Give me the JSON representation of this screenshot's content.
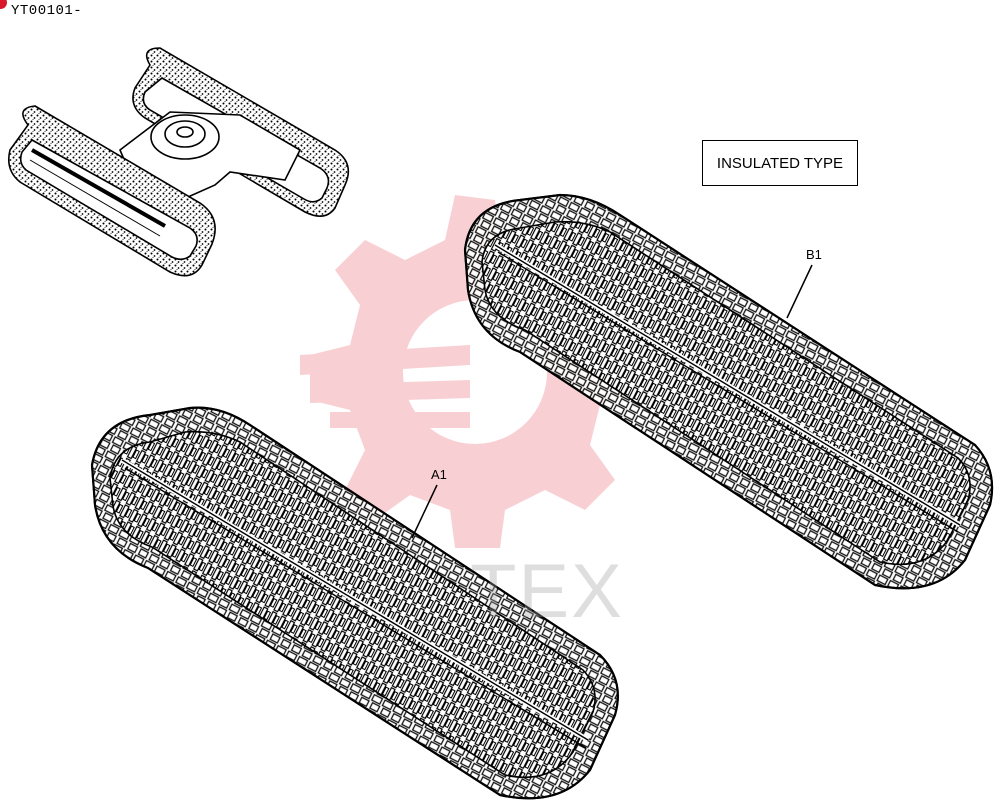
{
  "diagram": {
    "reference_code": "YT00101-",
    "type_label": "INSULATED TYPE",
    "callouts": {
      "b1": "B1",
      "a1": "A1"
    },
    "watermark": "TEX"
  },
  "colors": {
    "line": "#000000",
    "watermark_red": "#f2a0a6",
    "corner_dot": "#d8182a"
  }
}
